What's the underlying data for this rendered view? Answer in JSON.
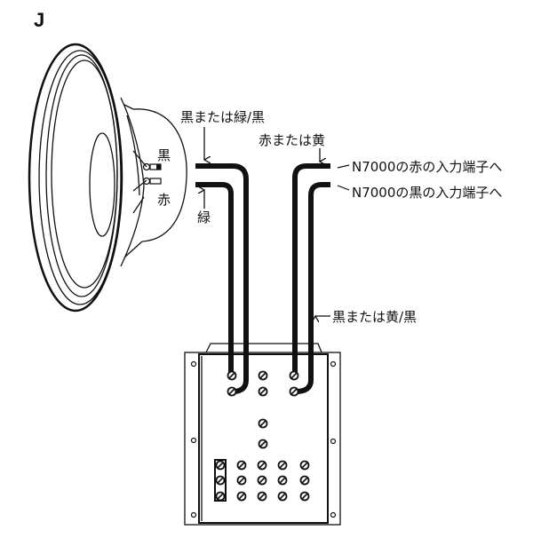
{
  "figure_letter": "J",
  "speaker": {
    "terminal_black_label": "黒",
    "terminal_red_label": "赤"
  },
  "wires": {
    "left_top_label": "黒または緑/黒",
    "left_bottom_label": "緑",
    "right_top_label": "赤または黄",
    "right_body_label": "黒または黄/黒"
  },
  "destinations": {
    "red_input": "N7000の赤の入力端子へ",
    "black_input": "N7000の黒の入力端子へ"
  },
  "colors": {
    "ink": "#111111",
    "paper": "#ffffff"
  }
}
